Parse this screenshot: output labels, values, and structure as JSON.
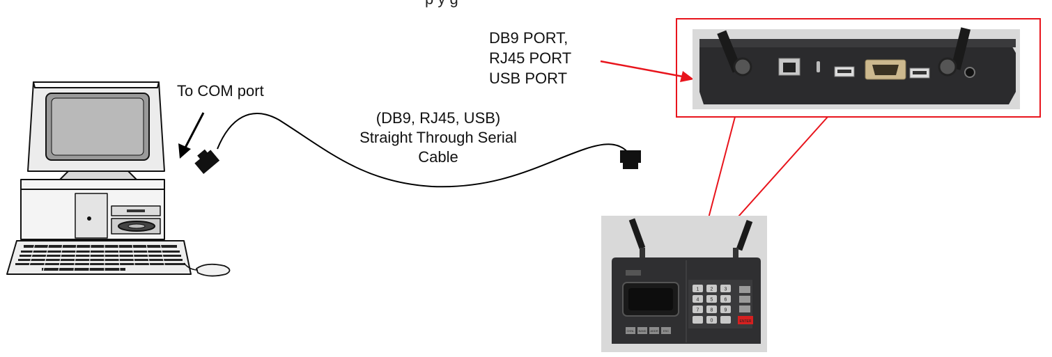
{
  "top_text": "p                                         y                    g",
  "labels": {
    "com_port": "To COM port",
    "ports": [
      "DB9 PORT,",
      "RJ45 PORT",
      "USB PORT"
    ],
    "cable": [
      "(DB9, RJ45, USB)",
      "Straight Through Serial",
      "Cable"
    ]
  },
  "keypad": {
    "keys": [
      "1",
      "2",
      "3",
      "4",
      "5",
      "6",
      "7",
      "8",
      "9",
      "",
      "0",
      ""
    ],
    "bottom_buttons": [
      "CHNL",
      "BAND",
      "ADDR",
      "ESC"
    ],
    "enter_label": "ENTER"
  },
  "colors": {
    "callout": "#e8141c",
    "device_body": "#2f2f31",
    "cable": "#000000"
  }
}
